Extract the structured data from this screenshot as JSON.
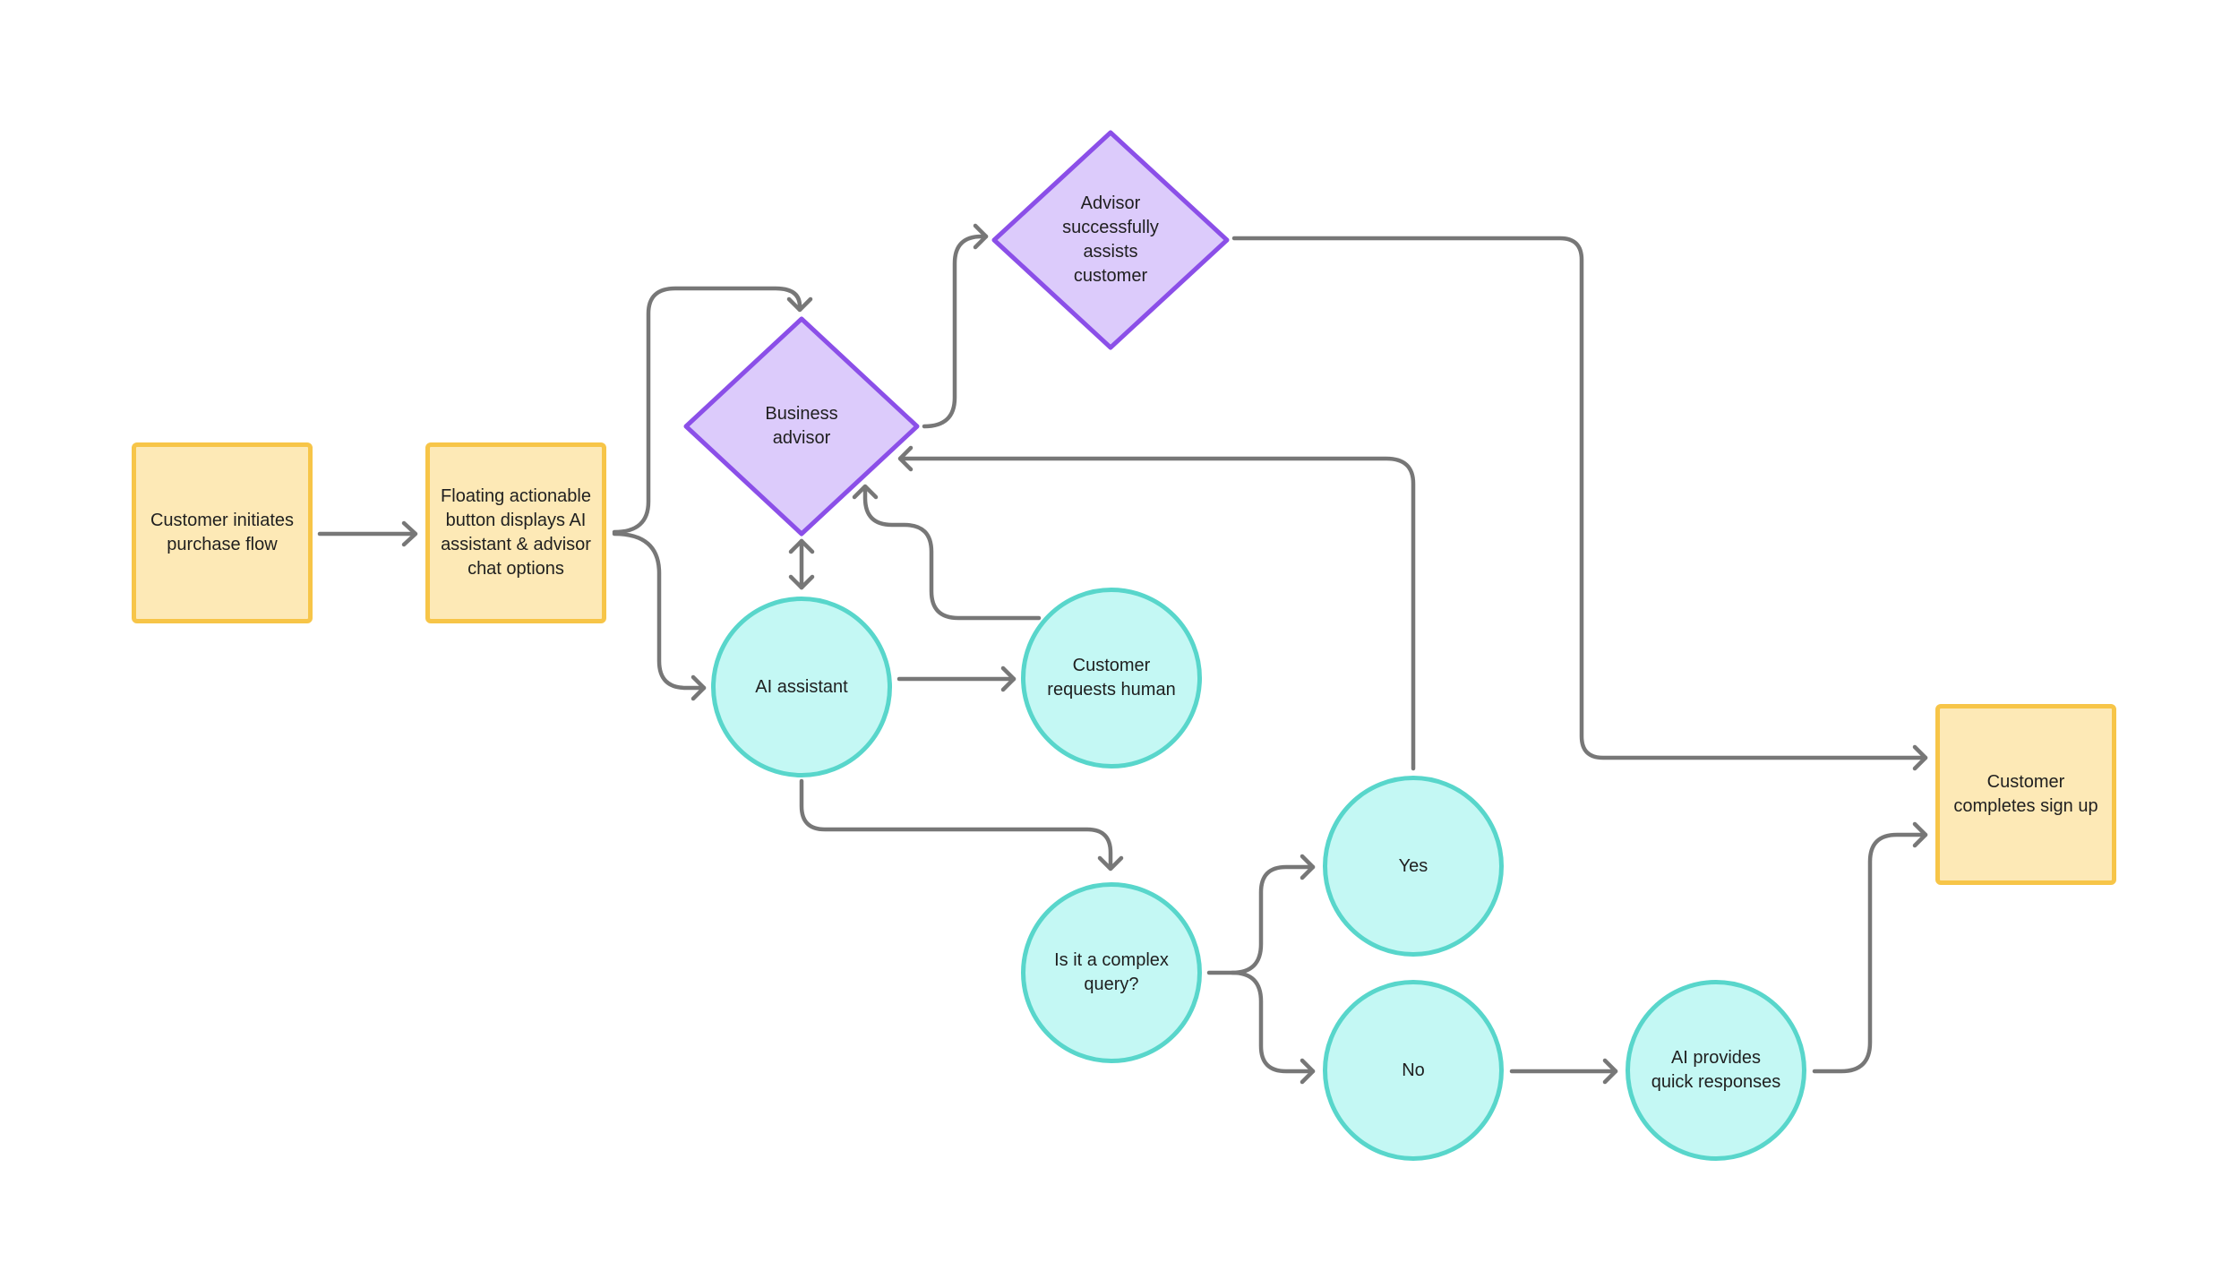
{
  "diagram": {
    "nodes": {
      "customer_initiates": {
        "label": "Customer initiates\npurchase flow"
      },
      "floating_button": {
        "label": "Floating actionable\nbutton displays AI\nassistant & advisor\nchat options"
      },
      "business_advisor": {
        "label": "Business\nadvisor"
      },
      "advisor_assists": {
        "label": "Advisor\nsuccessfully\nassists\ncustomer"
      },
      "ai_assistant": {
        "label": "AI assistant"
      },
      "customer_requests_human": {
        "label": "Customer\nrequests human"
      },
      "complex_query": {
        "label": "Is it a complex\nquery?"
      },
      "yes": {
        "label": "Yes"
      },
      "no": {
        "label": "No"
      },
      "ai_quick_responses": {
        "label": "AI provides\nquick responses"
      },
      "customer_completes": {
        "label": "Customer\ncompletes sign up"
      }
    },
    "colors": {
      "rect_fill": "#fde9b6",
      "rect_stroke": "#f7c548",
      "diamond_fill": "#dccbfb",
      "diamond_stroke": "#8b4fe8",
      "circle_fill": "#c4f8f4",
      "circle_stroke": "#58d6cb",
      "connector": "#777777"
    }
  }
}
